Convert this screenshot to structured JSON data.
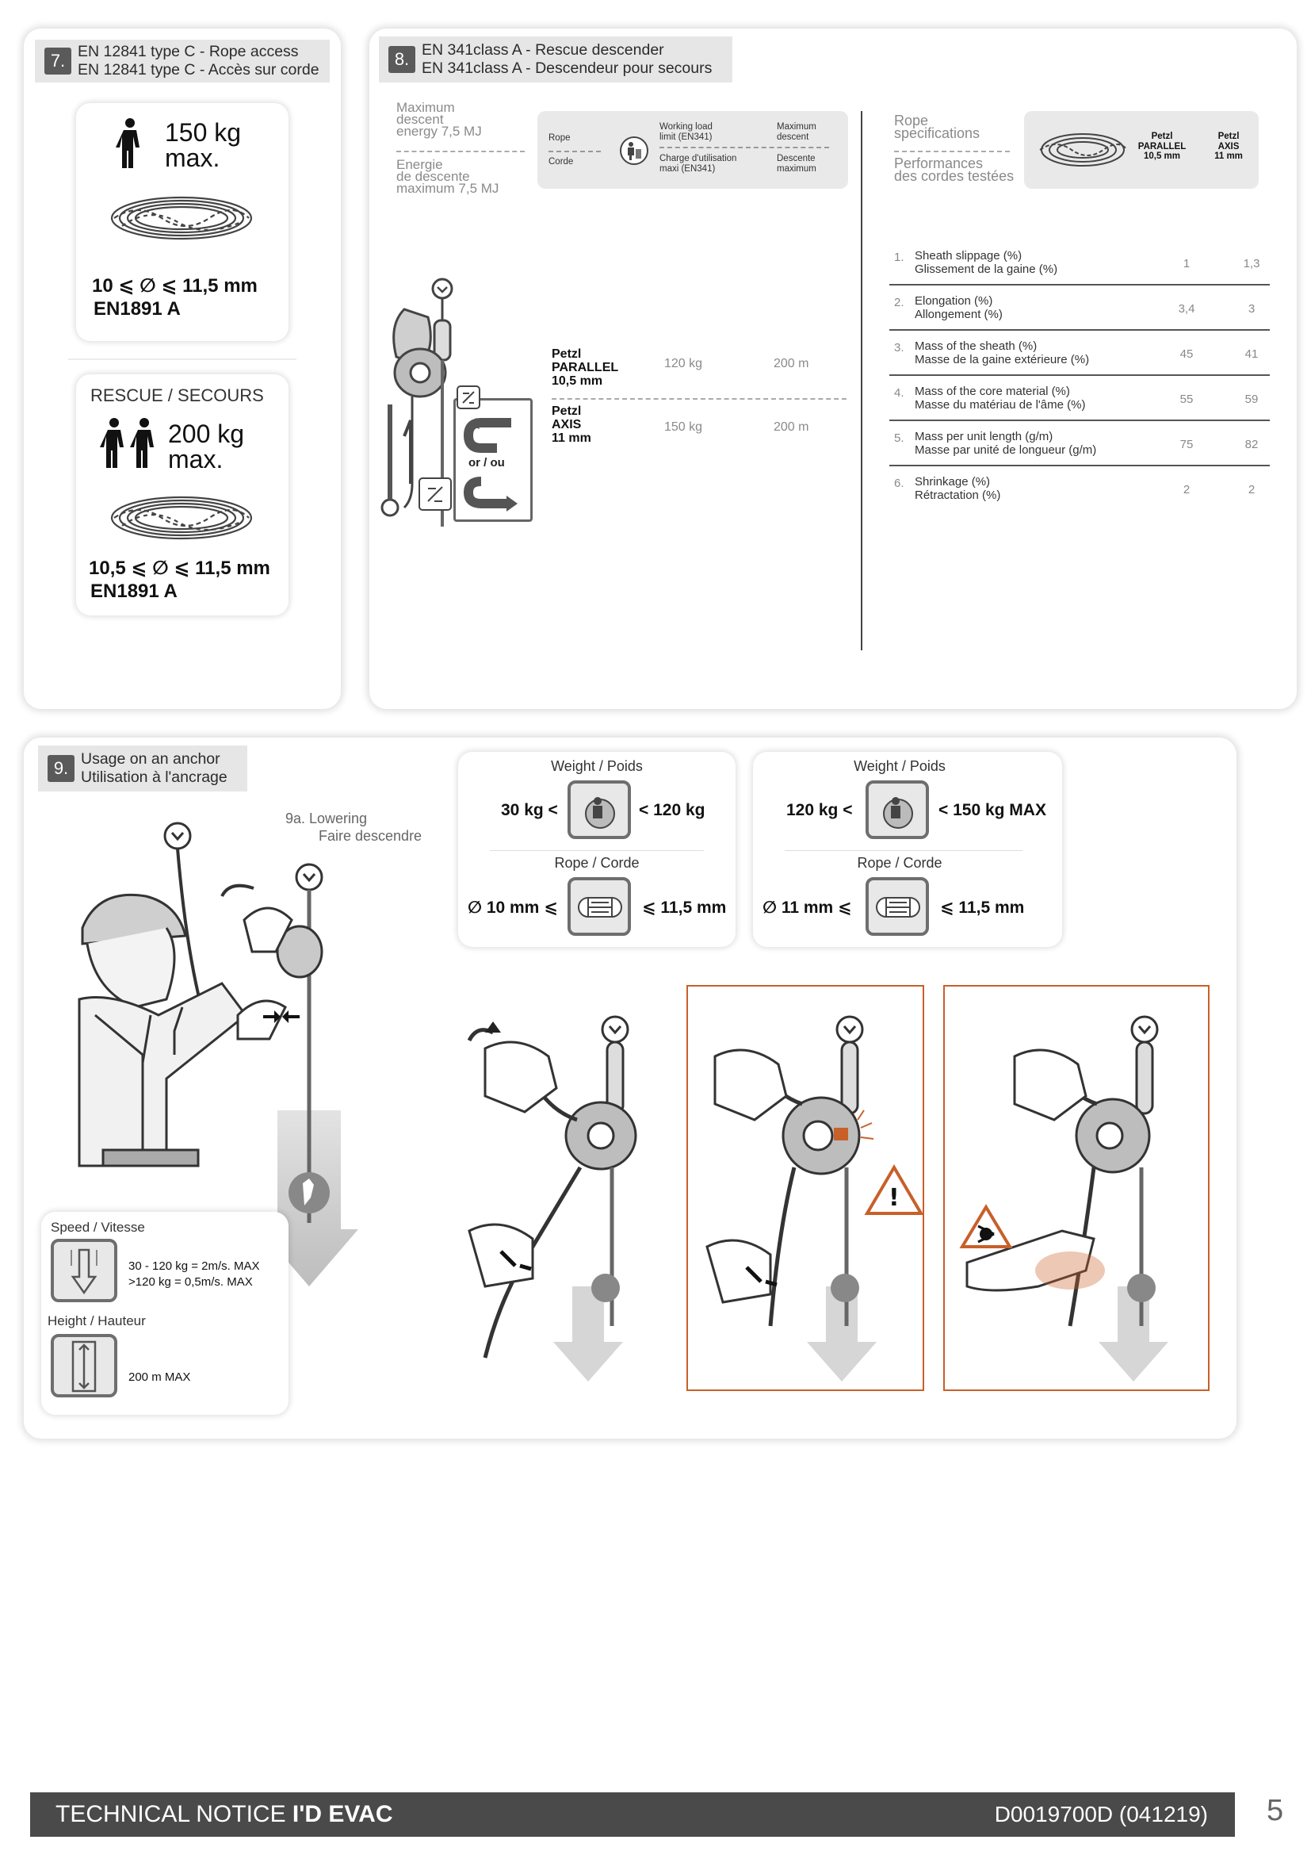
{
  "s7": {
    "num": "7.",
    "line1": "EN 12841 type C - Rope access",
    "line2": "EN 12841 type C - Accès sur corde",
    "card1": {
      "load": "150 kg",
      "max": "max.",
      "range": "10 ⩽ ∅ ⩽ 11,5 mm",
      "norm": "EN1891 A"
    },
    "card2": {
      "title": "RESCUE / SECOURS",
      "load": "200 kg",
      "max": "max.",
      "range": "10,5 ⩽ ∅ ⩽ 11,5 mm",
      "norm": "EN1891 A"
    }
  },
  "s8": {
    "num": "8.",
    "line1": "EN 341class A - Rescue descender",
    "line2": "EN 341class A - Descendeur pour secours",
    "energy_en": [
      "Maximum",
      "descent",
      "energy 7,5 MJ"
    ],
    "energy_fr": [
      "Energie",
      "de descente",
      "maximum 7,5 MJ"
    ],
    "header": {
      "rope": "Rope",
      "corde": "Corde",
      "wl_en": [
        "Working load",
        "limit (EN341)"
      ],
      "wl_fr": [
        "Charge d'utilisation",
        "maxi (EN341)"
      ],
      "md_en": [
        "Maximum",
        "descent"
      ],
      "md_fr": [
        "Descente",
        "maximum"
      ]
    },
    "rows": [
      {
        "rope": [
          "Petzl",
          "PARALLEL",
          "10,5 mm"
        ],
        "load": "120 kg",
        "descent": "200 m"
      },
      {
        "rope": [
          "Petzl",
          "AXIS",
          "11 mm"
        ],
        "load": "150 kg",
        "descent": "200 m"
      }
    ],
    "or_label": "or / ou",
    "spec_en": [
      "Rope",
      "specifications"
    ],
    "spec_fr": [
      "Performances",
      "des cordes testées"
    ],
    "col1": [
      "Petzl",
      "PARALLEL",
      "10,5 mm"
    ],
    "col2": [
      "Petzl",
      "AXIS",
      "11 mm"
    ],
    "spec_rows": [
      {
        "n": "1.",
        "en": "Sheath slippage (%)",
        "fr": "Glissement de la gaine (%)",
        "v1": "1",
        "v2": "1,3"
      },
      {
        "n": "2.",
        "en": "Elongation (%)",
        "fr": "Allongement (%)",
        "v1": "3,4",
        "v2": "3"
      },
      {
        "n": "3.",
        "en": "Mass of the sheath (%)",
        "fr": "Masse de la gaine extérieure (%)",
        "v1": "45",
        "v2": "41"
      },
      {
        "n": "4.",
        "en": "Mass of the core material (%)",
        "fr": "Masse du matériau de l'âme (%)",
        "v1": "55",
        "v2": "59"
      },
      {
        "n": "5.",
        "en": "Mass per unit length (g/m)",
        "fr": "Masse par unité de longueur (g/m)",
        "v1": "75",
        "v2": "82"
      },
      {
        "n": "6.",
        "en": "Shrinkage (%)",
        "fr": "Rétractation (%)",
        "v1": "2",
        "v2": "2"
      }
    ]
  },
  "s9": {
    "num": "9.",
    "line1": "Usage on an anchor",
    "line2": "Utilisation à l'ancrage",
    "lower_en": "9a. Lowering",
    "lower_fr": "Faire descendre",
    "box1": {
      "weight": "Weight / Poids",
      "wmin": "30 kg <",
      "wmax": "< 120 kg",
      "rope": "Rope / Corde",
      "rmin": "∅ 10 mm ⩽",
      "rmax": "⩽ 11,5 mm"
    },
    "box2": {
      "weight": "Weight / Poids",
      "wmin": "120 kg <",
      "wmax": "< 150 kg MAX",
      "rope": "Rope / Corde",
      "rmin": "∅ 11 mm ⩽",
      "rmax": "⩽ 11,5 mm"
    },
    "speed_title": "Speed / Vitesse",
    "speed1": "30 - 120 kg = 2m/s. MAX",
    "speed2": ">120 kg = 0,5m/s. MAX",
    "height_title": "Height / Hauteur",
    "height_val": "200 m MAX"
  },
  "footer": {
    "notice": "TECHNICAL NOTICE ",
    "product": "I'D EVAC",
    "ref": "D0019700D (041219)",
    "page": "5"
  },
  "colors": {
    "accent": "#c8602a",
    "footer_bg": "#4a4a4a",
    "icon_grey": "#6e6e6e"
  }
}
